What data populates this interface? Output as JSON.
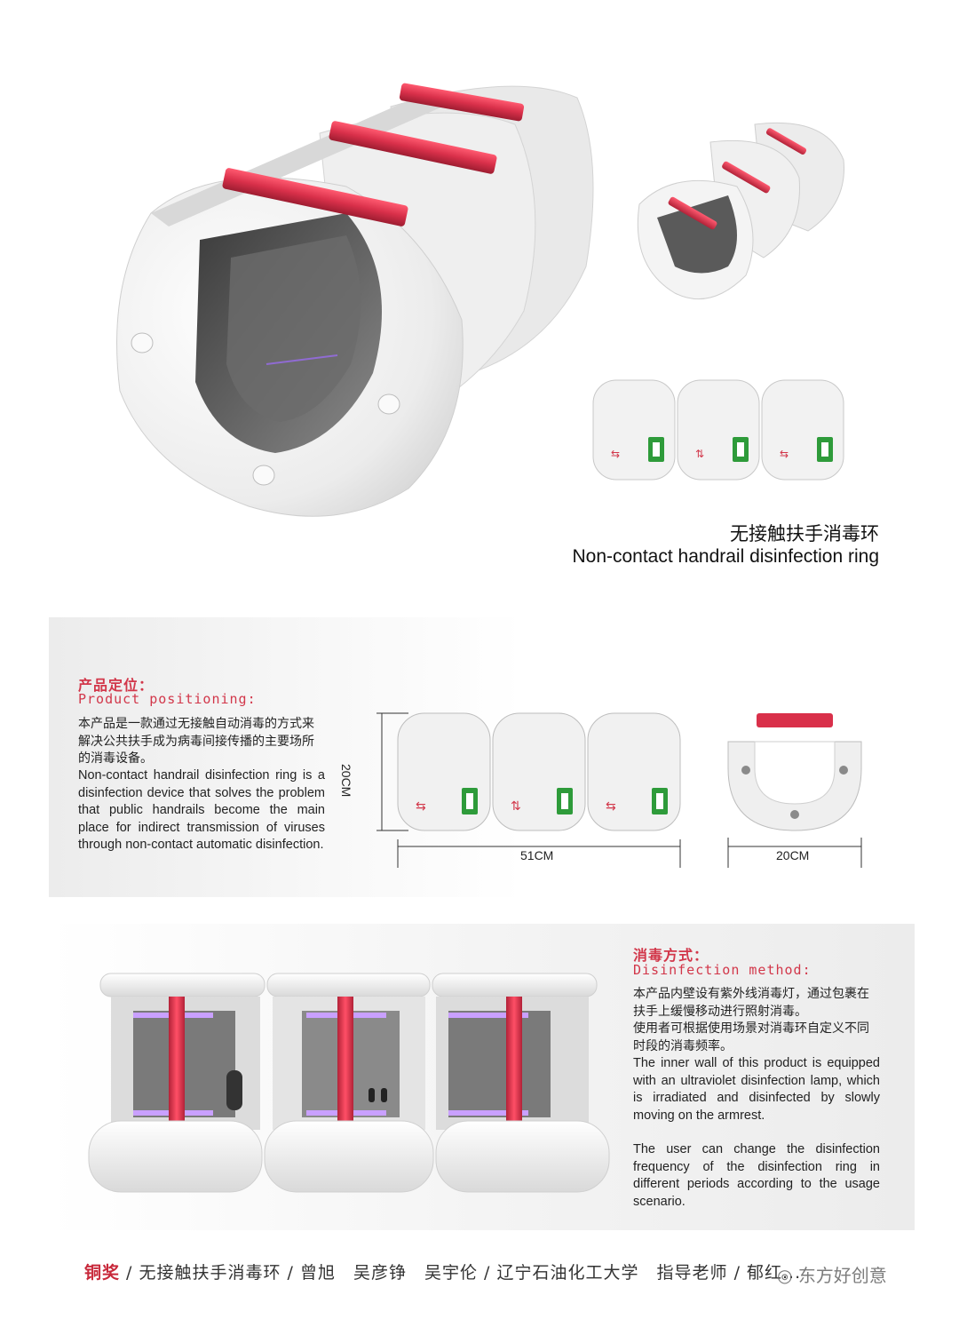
{
  "product": {
    "name_zh": "无接触扶手消毒环",
    "name_en": "Non-contact handrail disinfection ring"
  },
  "positioning": {
    "heading_zh": "产品定位：",
    "heading_en": "Product positioning:",
    "body_zh": "本产品是一款通过无接触自动消毒的方式来解决公共扶手成为病毒间接传播的主要场所的消毒设备。",
    "body_en": "Non-contact handrail disinfection ring is a disinfection device that solves the problem that public handrails become the main place for indirect transmission of viruses through non-contact automatic disinfection."
  },
  "dimensions": {
    "height": "20CM",
    "length": "51CM",
    "width": "20CM"
  },
  "method": {
    "heading_zh": "消毒方式：",
    "heading_en": "Disinfection method:",
    "body_zh_1": "本产品内壁设有紫外线消毒灯，通过包裹在扶手上缓慢移动进行照射消毒。",
    "body_zh_2": "使用者可根据使用场景对消毒环自定义不同时段的消毒频率。",
    "body_en_1": "The inner wall of this product is equipped with an ultraviolet disinfection lamp, which is irradiated and disinfected by slowly moving on the armrest.",
    "body_en_2": "The user can change the disinfection frequency of the disinfection ring in different periods according to the usage scenario."
  },
  "footer": {
    "award": "铜奖",
    "separator": " / ",
    "title": "无接触扶手消毒环",
    "authors": "曾旭　吴彦铮　吴宇伦",
    "school": "辽宁石油化工大学",
    "advisor": "指导老师 / 郁红..."
  },
  "watermark": "东方好创意",
  "colors": {
    "accent_red": "#d2374a",
    "rail_red": "#d9304a",
    "battery_green": "#2e9b3a",
    "uv_purple": "#a06cff",
    "shell_white": "#f2f2f2"
  }
}
